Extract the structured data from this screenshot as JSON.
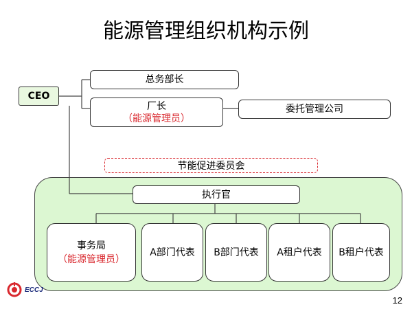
{
  "title": "能源管理组织机构示例",
  "nodes": {
    "ceo": "CEO",
    "general_affairs": "总务部长",
    "factory_head": "厂长",
    "factory_energy_manager": "（能源管理员）",
    "entrusted_company": "委托管理公司",
    "energy_committee": "节能促进委员会",
    "executive": "执行官",
    "office": "事务局",
    "office_energy_manager": "（能源管理员）",
    "dept_a": "A部门代表",
    "dept_b": "B部门代表",
    "tenant_a": "A租户代表",
    "tenant_b": "B租户代表"
  },
  "colors": {
    "accent_red": "#d9282e",
    "panel_green": "#dcf7d2",
    "ceo_green": "#e9f8e0"
  },
  "logo": {
    "text": "ECCJ",
    "icon": "eccj-logo-icon"
  },
  "page_number": "12"
}
